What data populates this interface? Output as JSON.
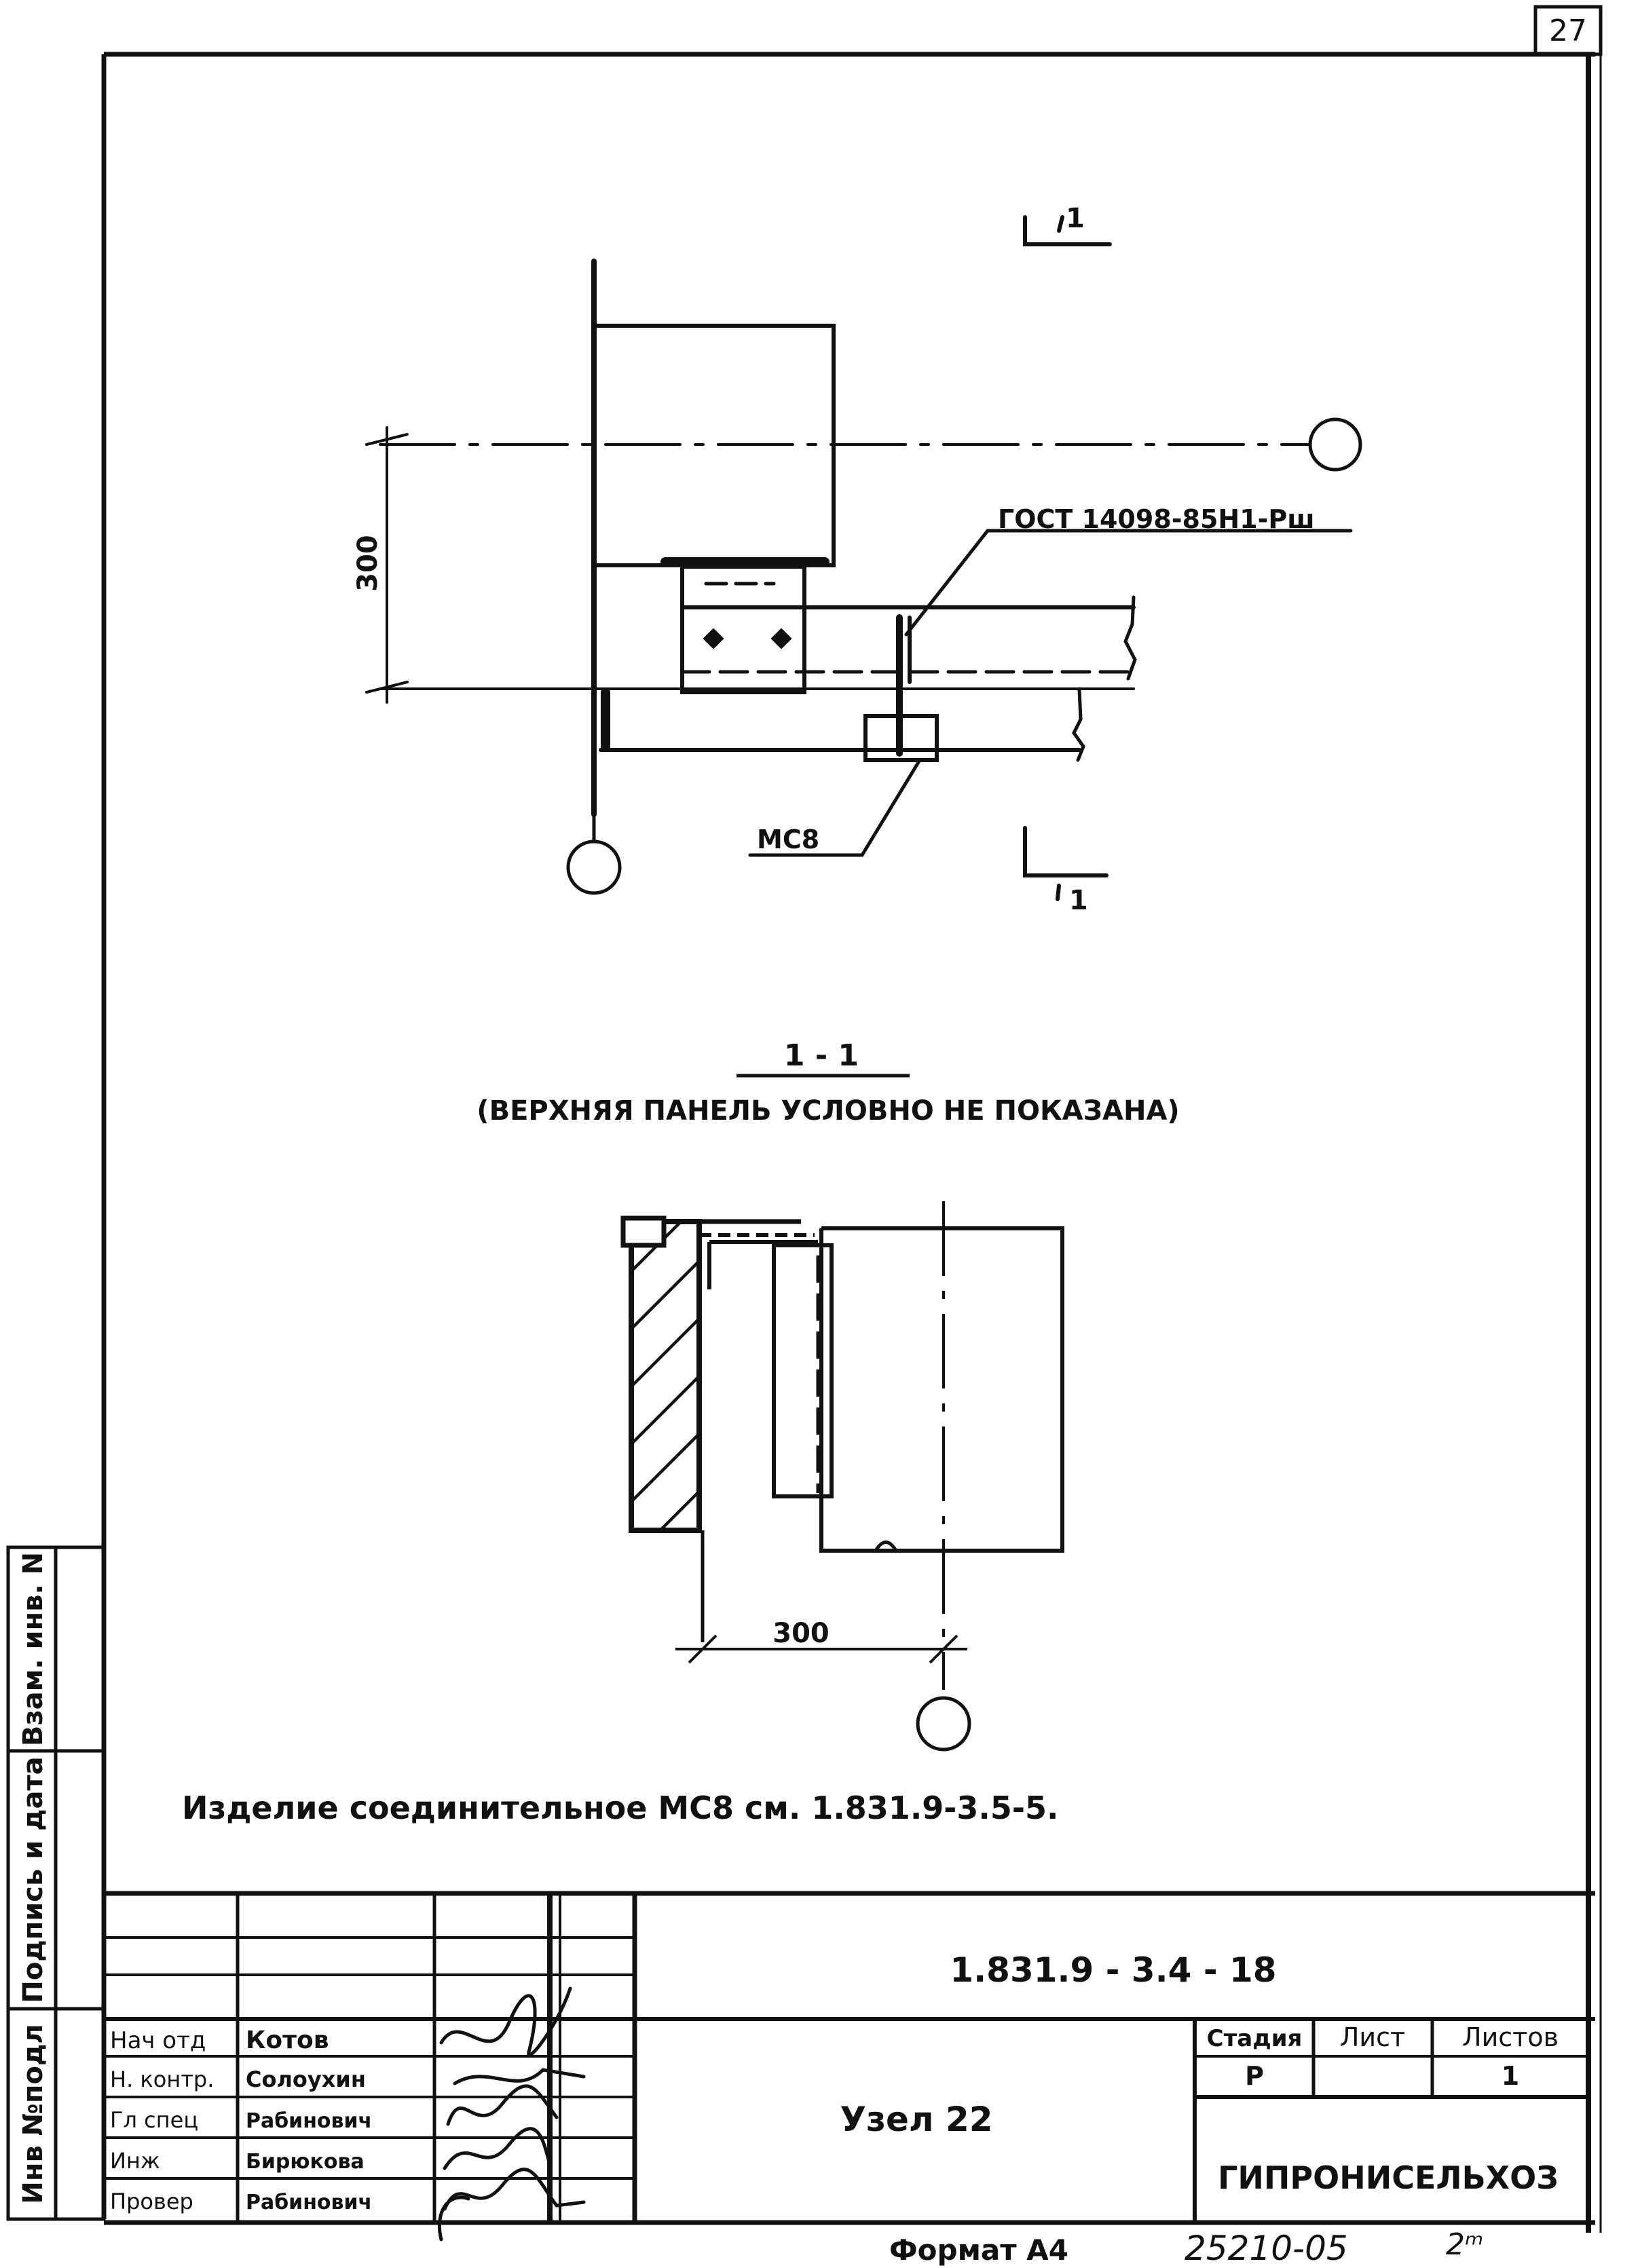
{
  "sheet": {
    "page_number": "27",
    "format_label": "Формат А4",
    "archive_number": "25210-05",
    "archive_suffix": "2ᵐ"
  },
  "side_stamp": {
    "inv_original": "Инв №подл",
    "signature_date": "Подпись и дата",
    "replaces_inv": "Взам. инв. N"
  },
  "plan_view": {
    "dimension": "300",
    "section_mark": "1",
    "callout_gost": "ГОСТ 14098-85Н1-Рш",
    "callout_part": "МС8"
  },
  "section_view": {
    "title": "1 - 1",
    "subtitle": "(ВЕРХНЯЯ ПАНЕЛЬ УСЛОВНО НЕ ПОКАЗАНА)",
    "dimension": "300"
  },
  "note": "Изделие соединительное МС8 см. 1.831.9-3.5-5.",
  "title_block": {
    "document_code": "1.831.9 - 3.4 - 18",
    "drawing_title": "Узел 22",
    "organization": "ГИПРОНИСЕЛЬХОЗ",
    "col_stage": "Стадия",
    "col_sheet": "Лист",
    "col_sheets": "Листов",
    "stage": "Р",
    "sheet": "",
    "sheets": "1",
    "signatures": [
      {
        "role": "Нач отд",
        "name": "Котов"
      },
      {
        "role": "Н. контр.",
        "name": "Солоухин"
      },
      {
        "role": "Гл спец",
        "name": "Рабинович"
      },
      {
        "role": "Инж",
        "name": "Бирюкова"
      },
      {
        "role": "Провер",
        "name": "Рабинович"
      }
    ]
  },
  "colors": {
    "ink": "#111111",
    "paper": "#ffffff"
  }
}
